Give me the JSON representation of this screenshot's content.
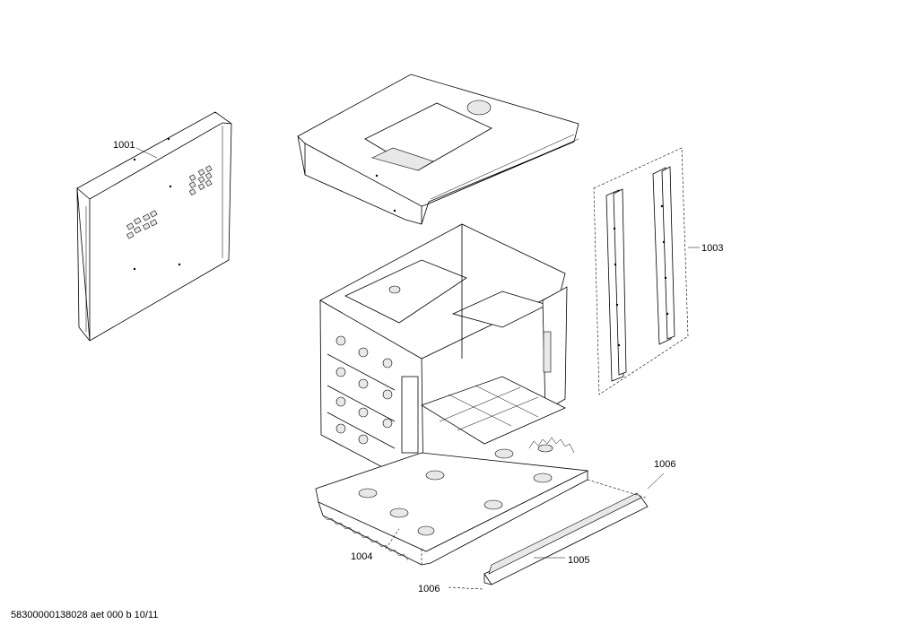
{
  "callouts": {
    "part_1001": "1001",
    "part_1003": "1003",
    "part_1004": "1004",
    "part_1005": "1005",
    "part_1006_top": "1006",
    "part_1006_bottom": "1006"
  },
  "footer": {
    "drawing_id": "58300000138028 aet 000 b 10/11"
  }
}
